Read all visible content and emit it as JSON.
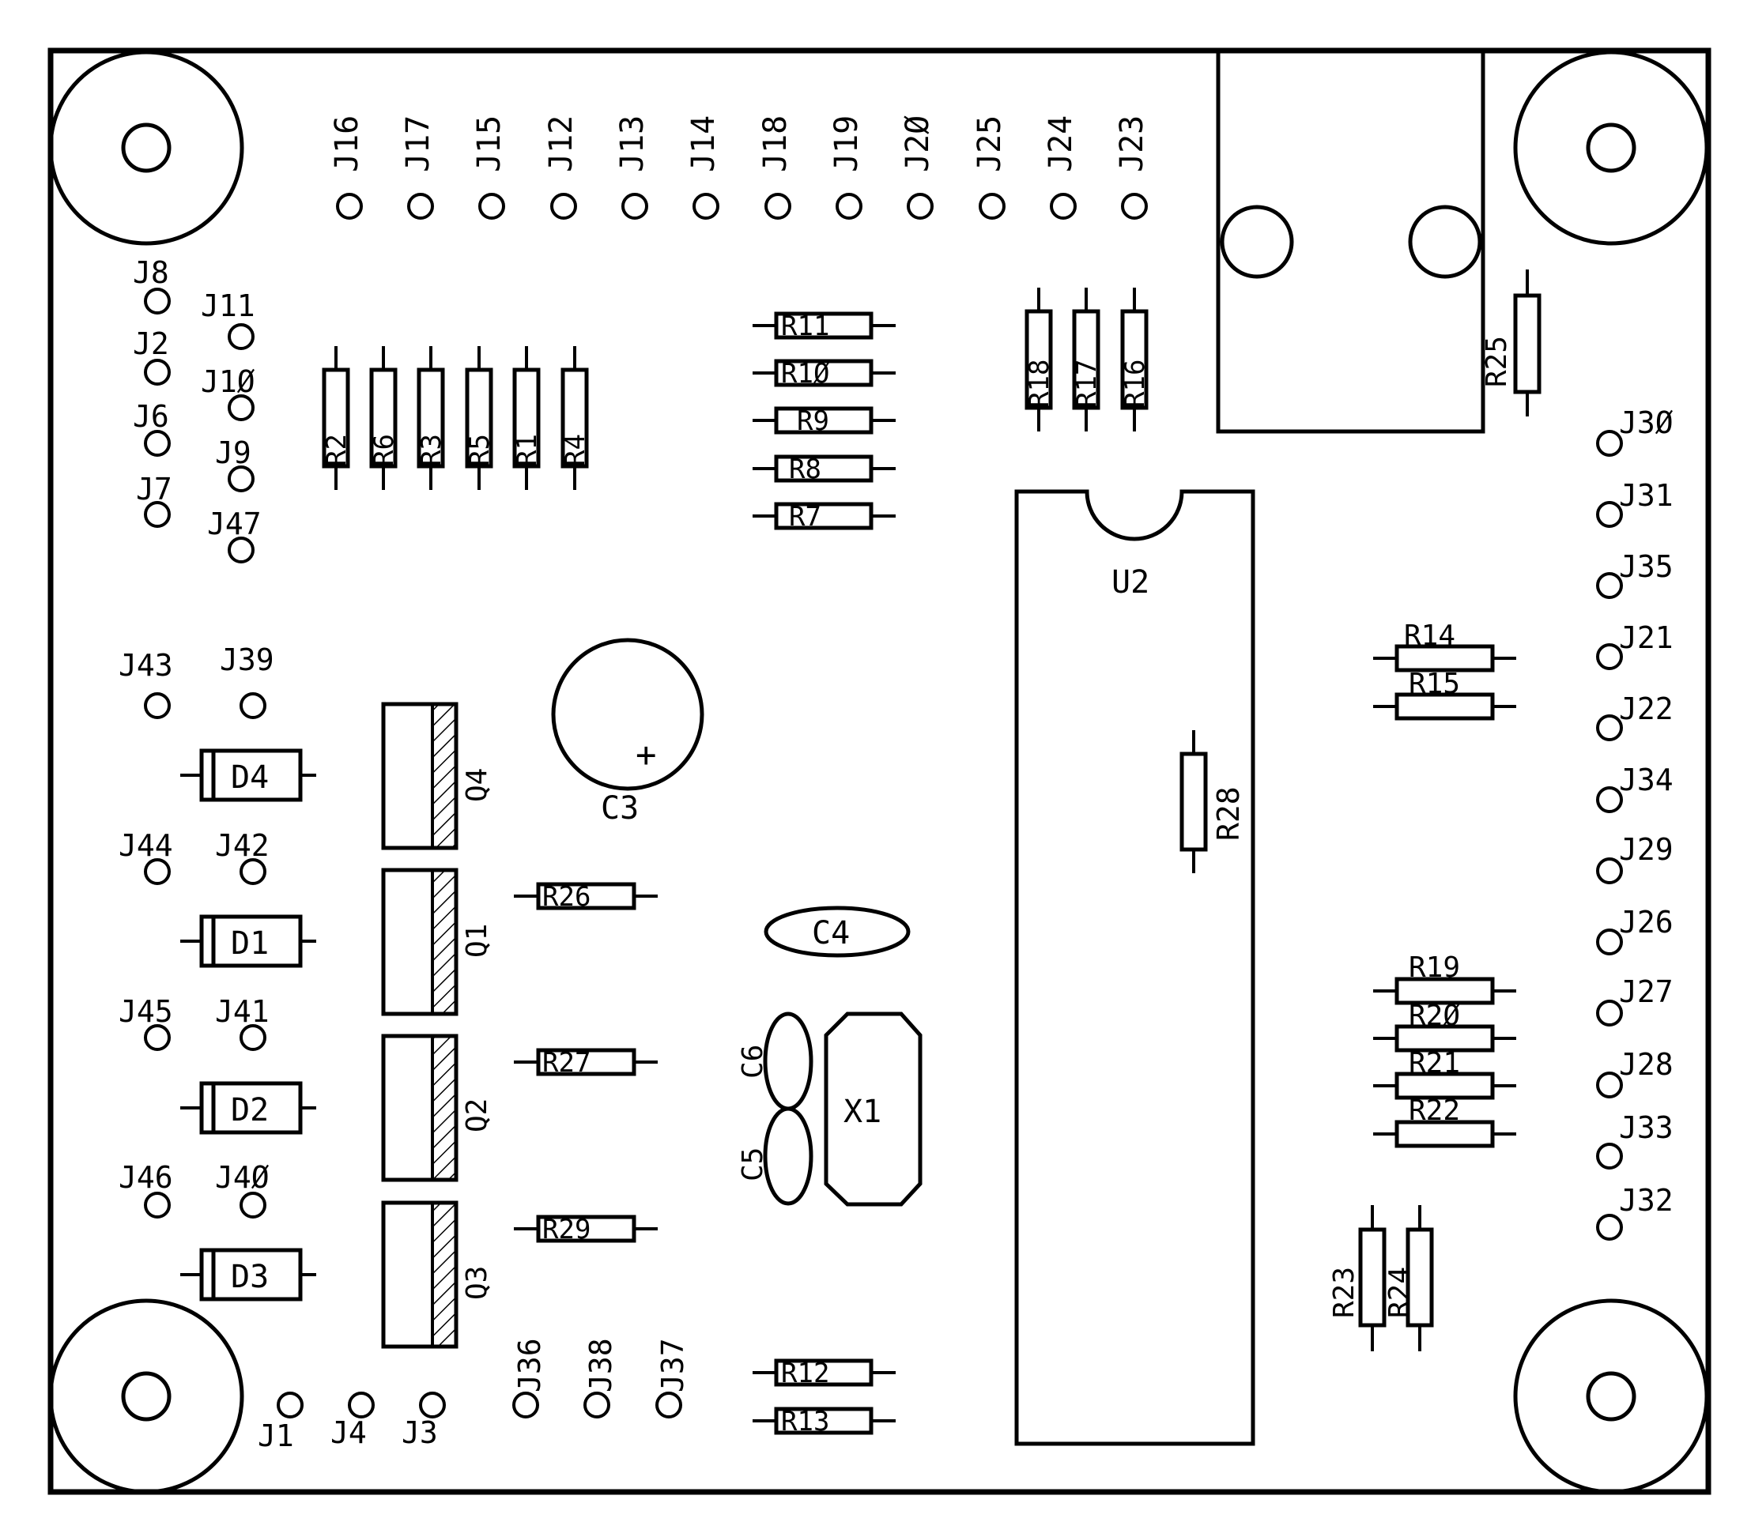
{
  "labels": {
    "top_headers": [
      "J16",
      "J17",
      "J15",
      "J12",
      "J13",
      "J14",
      "J18",
      "J19",
      "J2Ø",
      "J25",
      "J24",
      "J23"
    ],
    "left_upper": [
      "J8",
      "J11",
      "J2",
      "J1Ø",
      "J6",
      "J9",
      "J7",
      "J47"
    ],
    "left_pairs": [
      "J43",
      "J39",
      "J44",
      "J42",
      "J45",
      "J41",
      "J46",
      "J4Ø"
    ],
    "diodes": [
      "D4",
      "D1",
      "D2",
      "D3"
    ],
    "transistors": [
      "Q4",
      "Q1",
      "Q2",
      "Q3"
    ],
    "bottom_left": [
      "J1",
      "J4",
      "J3"
    ],
    "bottom_vertical": [
      "J36",
      "J38",
      "J37"
    ],
    "resistors_v_group": [
      "R2",
      "R6",
      "R3",
      "R5",
      "R1",
      "R4"
    ],
    "resistors_center_stack": [
      "R11",
      "R1Ø",
      "R9",
      "R8",
      "R7"
    ],
    "resistors_v_right": [
      "R18",
      "R17",
      "R16"
    ],
    "resistor_r25": "R25",
    "resistors_q": [
      "R26",
      "R27",
      "R29"
    ],
    "resistors_bottom": [
      "R12",
      "R13"
    ],
    "resistor_r28": "R28",
    "resistors_r14_15": [
      "R14",
      "R15"
    ],
    "resistors_r19_22": [
      "R19",
      "R2Ø",
      "R21",
      "R22"
    ],
    "resistors_r23_24": [
      "R23",
      "R24"
    ],
    "right_headers": [
      "J3Ø",
      "J31",
      "J35",
      "J21",
      "J22",
      "J34",
      "J29",
      "J26",
      "J27",
      "J28",
      "J33",
      "J32"
    ],
    "capacitors": {
      "c3": "C3",
      "c3_polarity": "+",
      "c4": "C4",
      "c5": "C5",
      "c6": "C6"
    },
    "crystal": "X1",
    "ic": "U2"
  }
}
